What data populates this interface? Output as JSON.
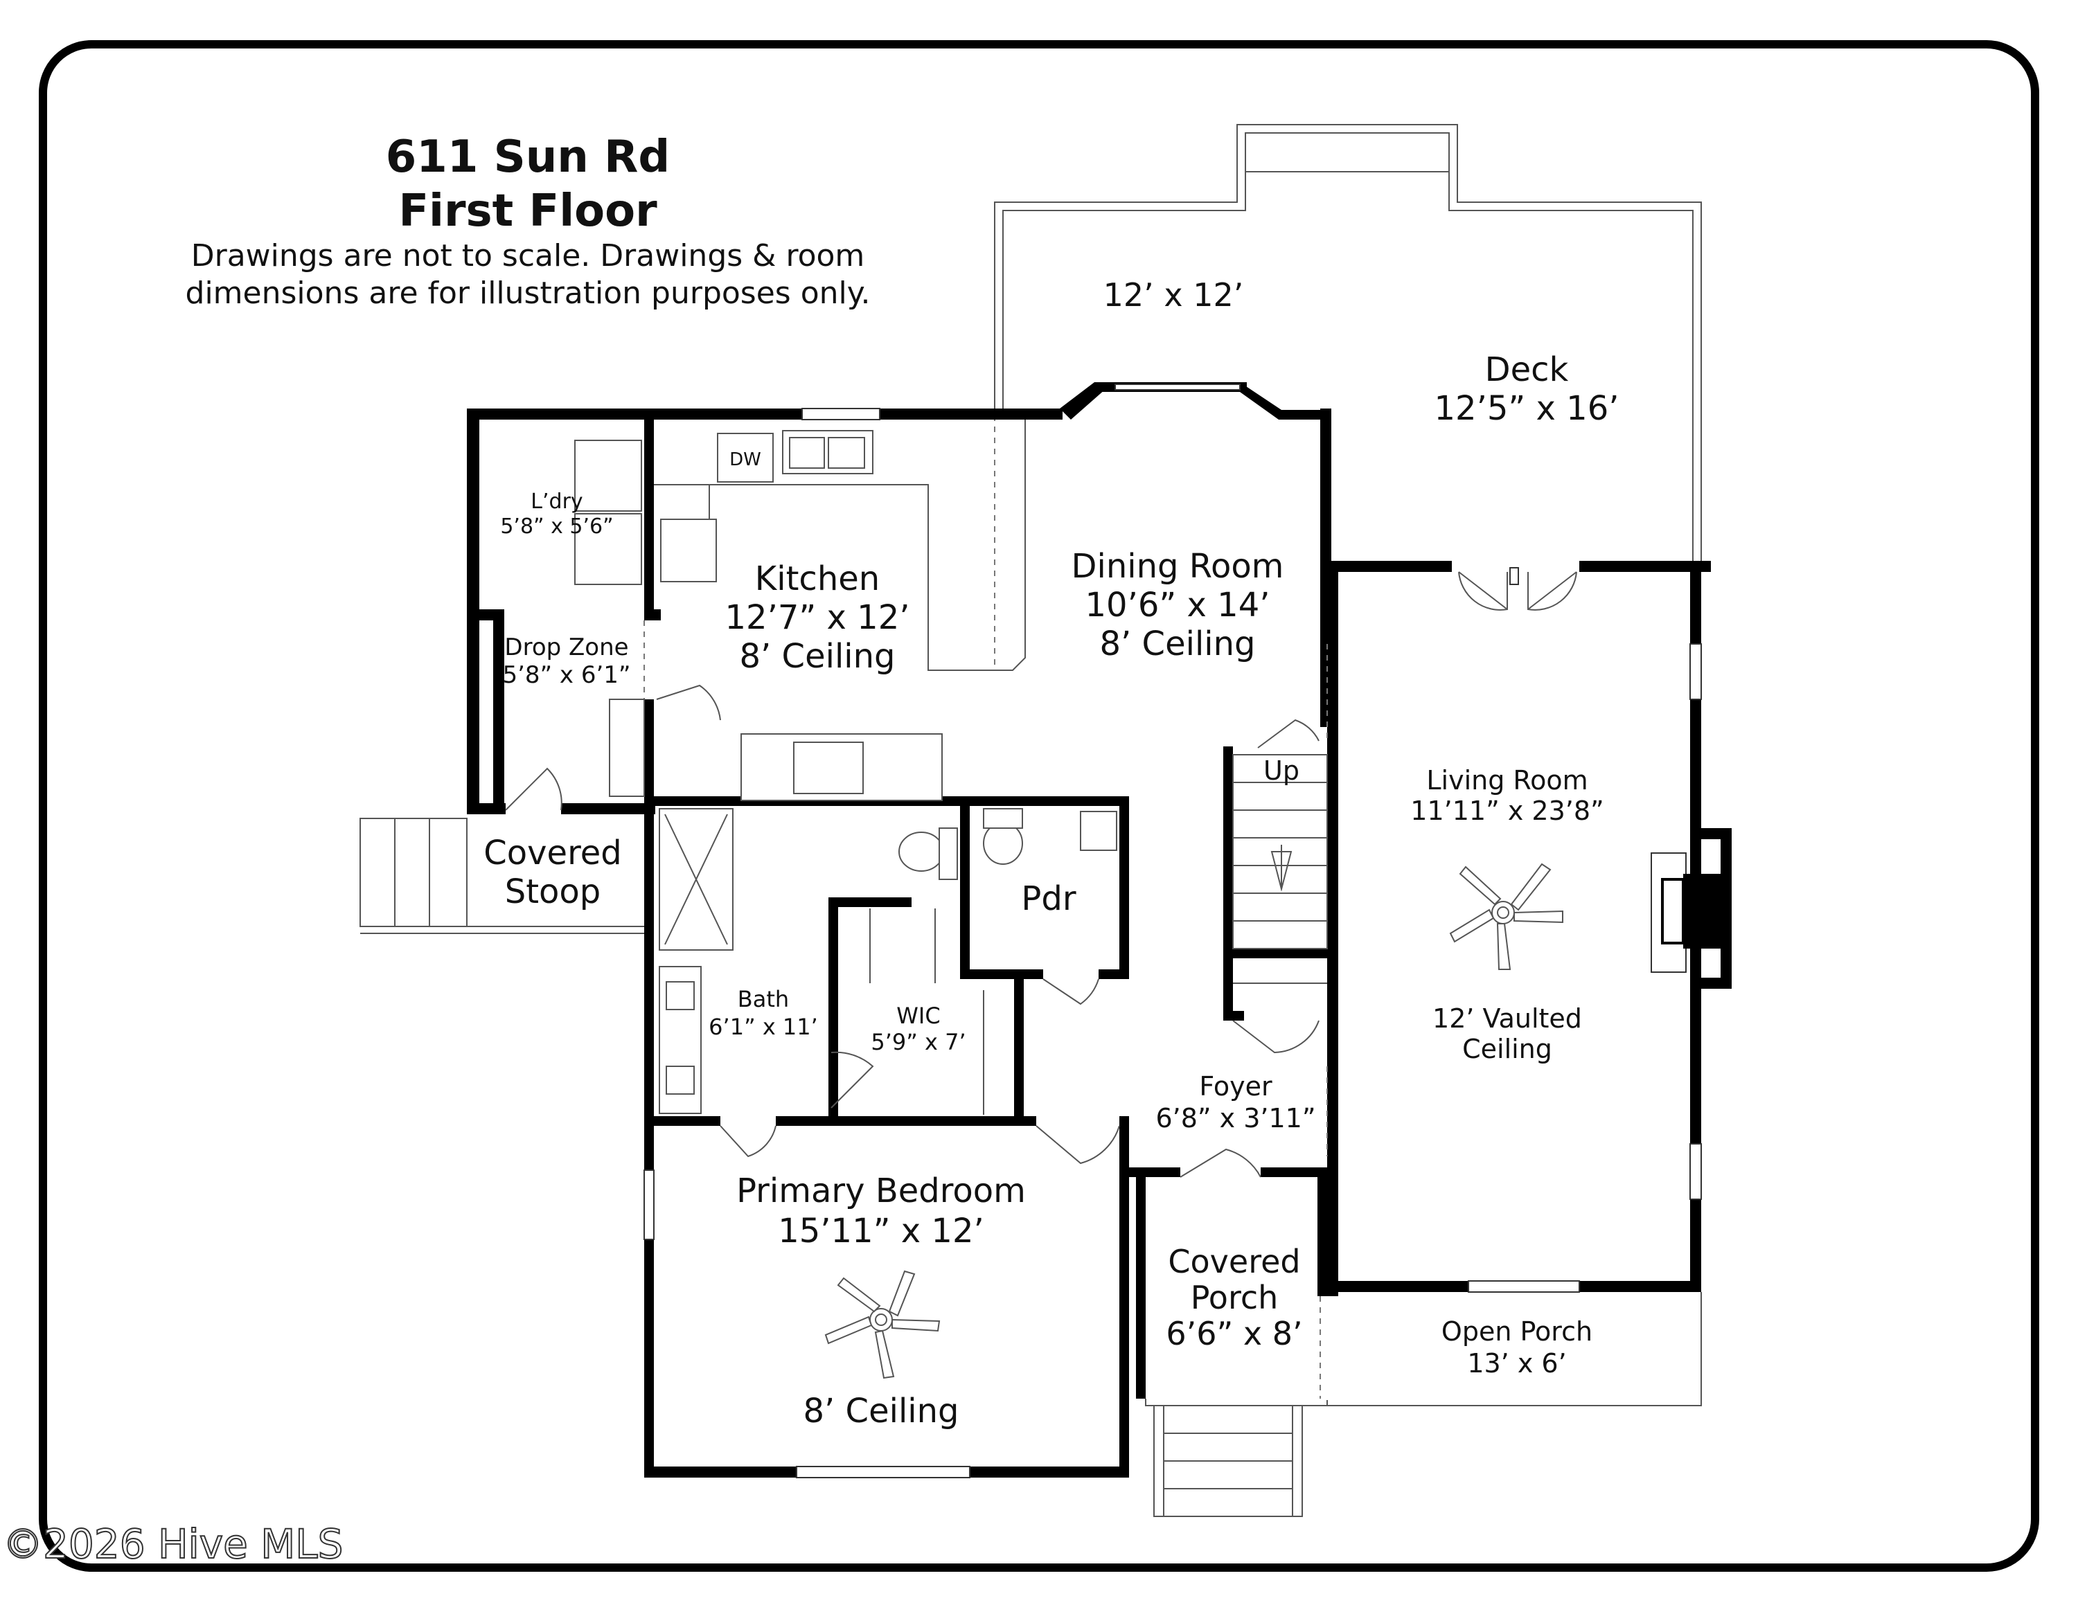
{
  "header": {
    "address": "611 Sun Rd",
    "floor": "First Floor",
    "disclaimer_line1": "Drawings are not to scale. Drawings & room",
    "disclaimer_line2": "dimensions are for illustration purposes only."
  },
  "rooms": {
    "deck_extension": {
      "size": "12’ x 12’"
    },
    "deck": {
      "name": "Deck",
      "size": "12’5” x 16’"
    },
    "laundry": {
      "name": "L’dry",
      "size": "5’8” x 5’6”"
    },
    "kitchen": {
      "name": "Kitchen",
      "size": "12’7” x 12’",
      "ceiling": "8’ Ceiling",
      "dishwasher": "DW"
    },
    "dining": {
      "name": "Dining Room",
      "size": "10’6” x 14’",
      "ceiling": "8’ Ceiling"
    },
    "drop_zone": {
      "name": "Drop Zone",
      "size": "5’8” x 6’1”"
    },
    "stairs": {
      "label": "Up"
    },
    "living": {
      "name": "Living Room",
      "size": "11’11” x 23’8”",
      "ceiling_line1": "12’ Vaulted",
      "ceiling_line2": "Ceiling"
    },
    "covered_stoop": {
      "line1": "Covered",
      "line2": "Stoop"
    },
    "powder": {
      "name": "Pdr"
    },
    "bath": {
      "name": "Bath",
      "size": "6’1” x 11’"
    },
    "wic": {
      "name": "WIC",
      "size": "5’9” x 7’"
    },
    "foyer": {
      "name": "Foyer",
      "size": "6’8” x 3’11”"
    },
    "primary_bedroom": {
      "name": "Primary Bedroom",
      "size": "15’11” x 12’",
      "ceiling": "8’ Ceiling"
    },
    "covered_porch": {
      "line1": "Covered",
      "line2": "Porch",
      "size": "6’6” x 8’"
    },
    "open_porch": {
      "name": "Open Porch",
      "size": "13’ x 6’"
    }
  },
  "watermark": "©2026 Hive MLS",
  "colors": {
    "wall": "#000000",
    "background": "#ffffff",
    "text": "#111111"
  }
}
